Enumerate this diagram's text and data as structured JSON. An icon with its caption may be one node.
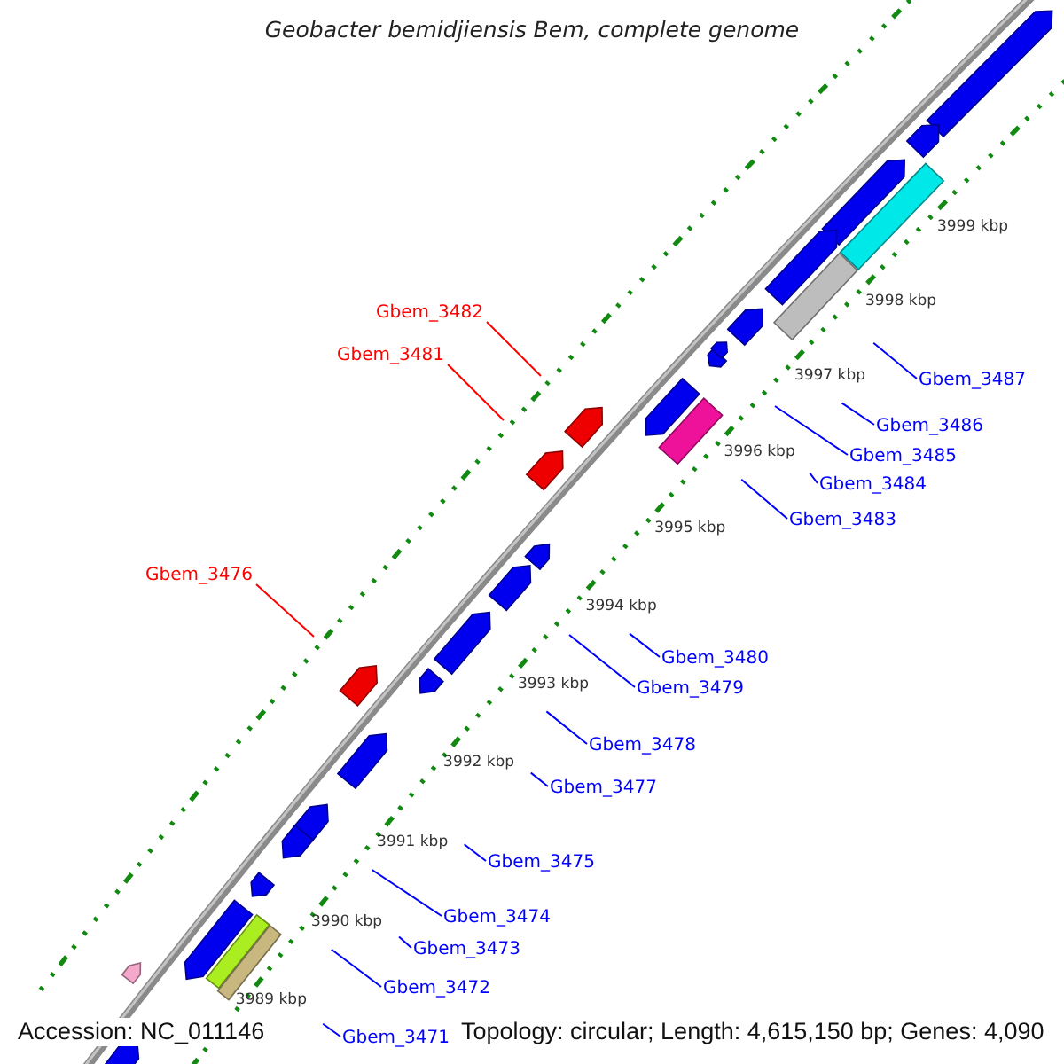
{
  "diagram": {
    "title": "Geobacter bemidjiensis Bem, complete genome",
    "nodes": [
      {
        "text": [
          "Gbem_3482"
        ]
      },
      {
        "text": [
          "Gbem_3481"
        ]
      },
      {
        "text": [
          "Gbem_3487"
        ]
      },
      {
        "text": [
          "Gbem_3486"
        ]
      },
      {
        "text": [
          "Gbem_3485"
        ]
      },
      {
        "text": [
          "Gbem_3484"
        ]
      },
      {
        "text": [
          "Gbem_3483"
        ]
      },
      {
        "text": [
          "Gbem_3476"
        ]
      },
      {
        "text": [
          "Gbem_3480"
        ]
      },
      {
        "text": [
          "Gbem_3479"
        ]
      },
      {
        "text": [
          "Gbem_3478"
        ]
      },
      {
        "text": [
          "Gbem_3477"
        ]
      },
      {
        "text": [
          "Gbem_3475"
        ]
      },
      {
        "text": [
          "Gbem_3474"
        ]
      },
      {
        "text": [
          "Gbem_3473"
        ]
      },
      {
        "text": [
          "Gbem_3472"
        ]
      },
      {
        "text": [
          "Gbem_3471"
        ]
      }
    ],
    "edges": [
      {
        "from": 0,
        "to": null,
        "arrow": "none",
        "color": "#ff0000"
      },
      {
        "from": 1,
        "to": null,
        "arrow": "none",
        "color": "#ff0000"
      },
      {
        "from": 2,
        "to": null,
        "arrow": "none"
      },
      {
        "from": 3,
        "to": null,
        "arrow": "none"
      },
      {
        "from": 4,
        "to": null,
        "arrow": "none"
      },
      {
        "from": 5,
        "to": null,
        "arrow": "none"
      },
      {
        "from": 6,
        "to": null,
        "arrow": "none"
      },
      {
        "from": 7,
        "to": null,
        "arrow": "none",
        "color": "#ff0000"
      },
      {
        "from": 8,
        "to": null,
        "arrow": "none"
      },
      {
        "from": 9,
        "to": null,
        "arrow": "none"
      },
      {
        "from": 10,
        "to": null,
        "arrow": "none"
      },
      {
        "from": 11,
        "to": null,
        "arrow": "none"
      },
      {
        "from": 12,
        "to": null,
        "arrow": "none"
      },
      {
        "from": 13,
        "to": null,
        "arrow": "none"
      },
      {
        "from": 14,
        "to": null,
        "arrow": "none"
      },
      {
        "from": 15,
        "to": null,
        "arrow": "none"
      },
      {
        "from": 16,
        "to": null,
        "arrow": "none"
      }
    ],
    "labels": [
      "3999 kbp",
      "3998 kbp",
      "3997 kbp",
      "3996 kbp",
      "3995 kbp",
      "3994 kbp",
      "3993 kbp",
      "3992 kbp",
      "3991 kbp",
      "3990 kbp",
      "3989 kbp",
      "Accession: NC_011146",
      "Topology: circular; Length: 4,615,150 bp; Genes: 4,090"
    ]
  }
}
